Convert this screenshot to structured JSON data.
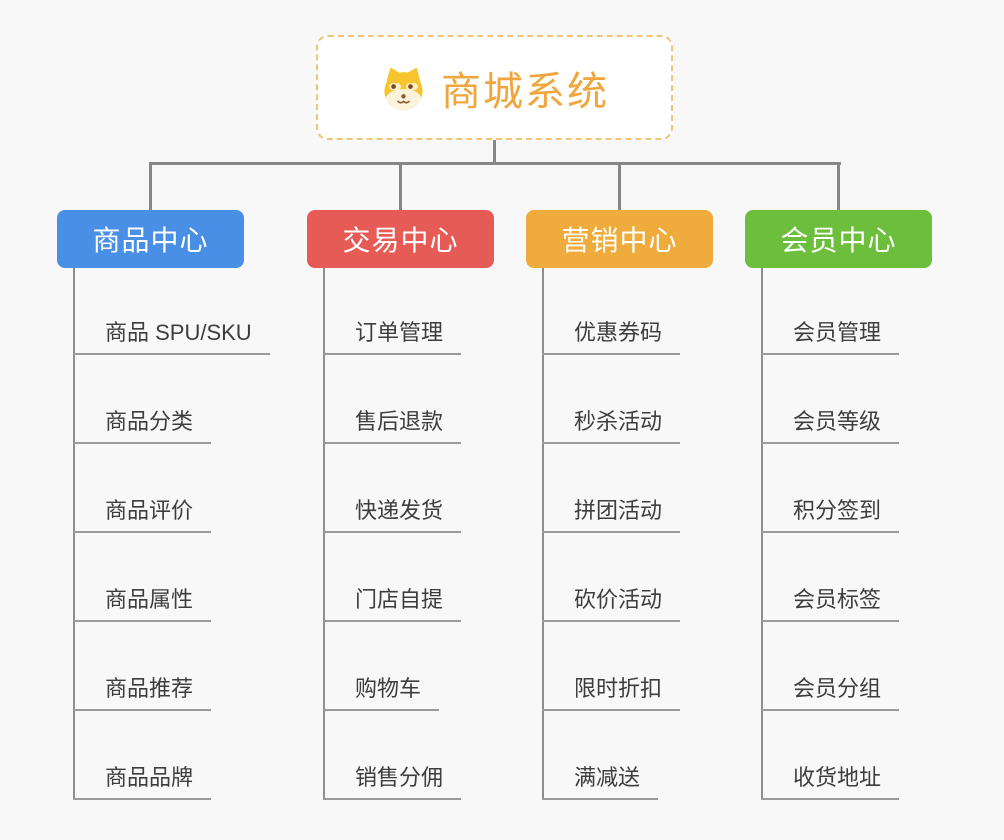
{
  "root": {
    "label": "商城系统",
    "icon": "dog-face-icon",
    "text_color": "#f0a63c",
    "border_color": "#f3c477"
  },
  "branches": [
    {
      "label": "商品中心",
      "color": "#4a8fe6",
      "children": [
        "商品 SPU/SKU",
        "商品分类",
        "商品评价",
        "商品属性",
        "商品推荐",
        "商品品牌"
      ]
    },
    {
      "label": "交易中心",
      "color": "#e75b56",
      "children": [
        "订单管理",
        "售后退款",
        "快递发货",
        "门店自提",
        "购物车",
        "销售分佣"
      ]
    },
    {
      "label": "营销中心",
      "color": "#efac3c",
      "children": [
        "优惠券码",
        "秒杀活动",
        "拼团活动",
        "砍价活动",
        "限时折扣",
        "满减送"
      ]
    },
    {
      "label": "会员中心",
      "color": "#6cbe3c",
      "children": [
        "会员管理",
        "会员等级",
        "积分签到",
        "会员标签",
        "会员分组",
        "收货地址"
      ]
    }
  ],
  "colors": {
    "background": "#f8f8f8",
    "connector": "#868686",
    "child_underline": "#9a9a9a",
    "child_text": "#3d3d3d"
  }
}
